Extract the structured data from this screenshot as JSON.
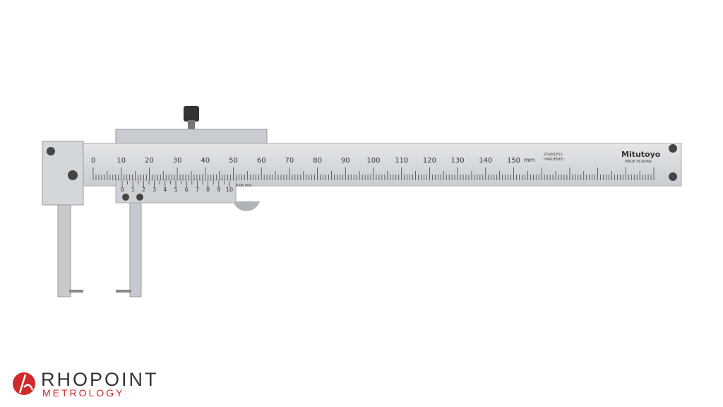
{
  "product": {
    "main_scale_labels": [
      "0",
      "10",
      "20",
      "30",
      "40",
      "50",
      "60",
      "70",
      "80",
      "90",
      "100",
      "110",
      "120",
      "130",
      "140",
      "150"
    ],
    "unit": "mm",
    "material_line1": "STAINLESS",
    "material_line2": "HARDENED",
    "brand": "Mitutoyo",
    "origin": "MADE IN JAPAN",
    "vernier_labels": [
      "0",
      "1",
      "2",
      "3",
      "4",
      "5",
      "6",
      "7",
      "8",
      "9",
      "10"
    ],
    "resolution": "0.05 mm"
  },
  "logo": {
    "name": "RHOPOINT",
    "subtitle": "METROLOGY",
    "color": "#d02a2a"
  }
}
